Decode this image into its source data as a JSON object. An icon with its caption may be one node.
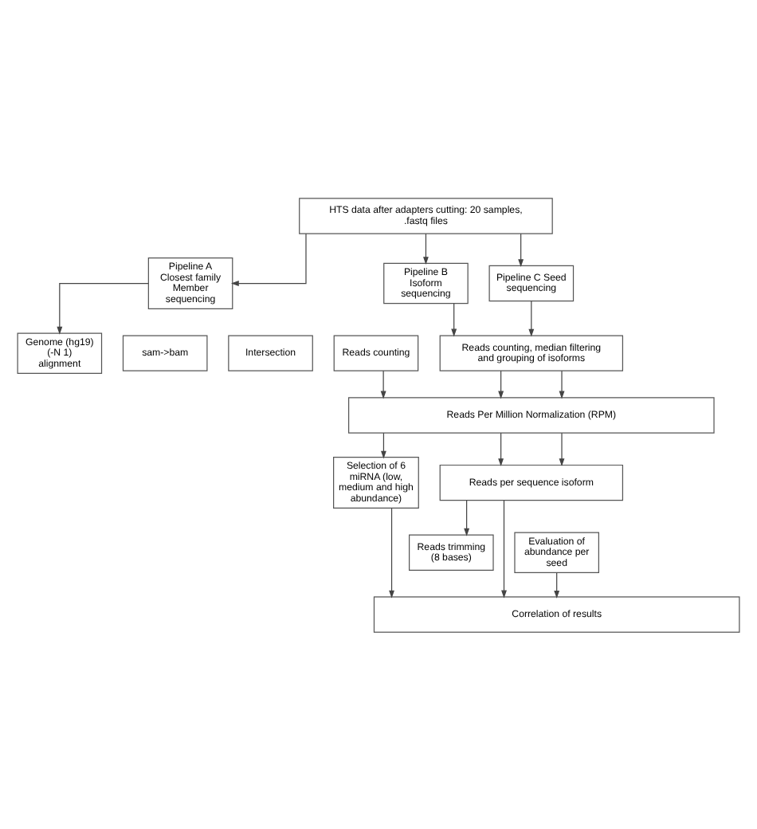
{
  "diagram": {
    "nodes": [
      {
        "text": [
          "HTS data after adapters cutting: 20 samples, .fastq files"
        ]
      },
      {
        "text": [
          "Pipeline A Closest family Member sequencing"
        ]
      },
      {
        "text": [
          "Pipeline B Isoform sequencing"
        ]
      },
      {
        "text": [
          "Pipeline C Seed sequencing"
        ]
      },
      {
        "text": [
          "Genome (hg19) (-N 1) alignment"
        ]
      },
      {
        "text": [
          "sam->bam"
        ]
      },
      {
        "text": [
          "Intersection"
        ]
      },
      {
        "text": [
          "Reads counting"
        ]
      },
      {
        "text": [
          "Reads counting, median filtering and grouping of isoforms"
        ]
      },
      {
        "text": [
          "Reads Per Million Normalization (RPM)"
        ]
      },
      {
        "text": [
          "Selection of 6 miRNA (low, medium and high abundance)"
        ]
      },
      {
        "text": [
          "Reads per sequence isoform"
        ]
      },
      {
        "text": [
          "Reads trimming (8 bases)"
        ]
      },
      {
        "text": [
          "Evaluation of abundance per seed"
        ]
      },
      {
        "text": [
          "Correlation of results"
        ]
      }
    ],
    "edges": [
      {
        "from": 0,
        "to": 1,
        "arrow": "to"
      },
      {
        "from": 0,
        "to": 2,
        "arrow": "to"
      },
      {
        "from": 0,
        "to": 3,
        "arrow": "to"
      },
      {
        "from": 1,
        "to": 4,
        "arrow": "to"
      },
      {
        "from": 2,
        "to": 8,
        "arrow": "to"
      },
      {
        "from": 3,
        "to": 8,
        "arrow": "to"
      },
      {
        "from": 7,
        "to": 9,
        "arrow": "to"
      },
      {
        "from": 8,
        "to": 9,
        "arrow": "to"
      },
      {
        "from": 8,
        "to": 9,
        "arrow": "to"
      },
      {
        "from": 9,
        "to": 10,
        "arrow": "to"
      },
      {
        "from": 9,
        "to": 11,
        "arrow": "to"
      },
      {
        "from": 9,
        "to": 11,
        "arrow": "to"
      },
      {
        "from": 11,
        "to": 12,
        "arrow": "to"
      },
      {
        "from": 10,
        "to": 14,
        "arrow": "to"
      },
      {
        "from": 11,
        "to": 14,
        "arrow": "to"
      },
      {
        "from": 13,
        "to": 14,
        "arrow": "to"
      }
    ]
  }
}
